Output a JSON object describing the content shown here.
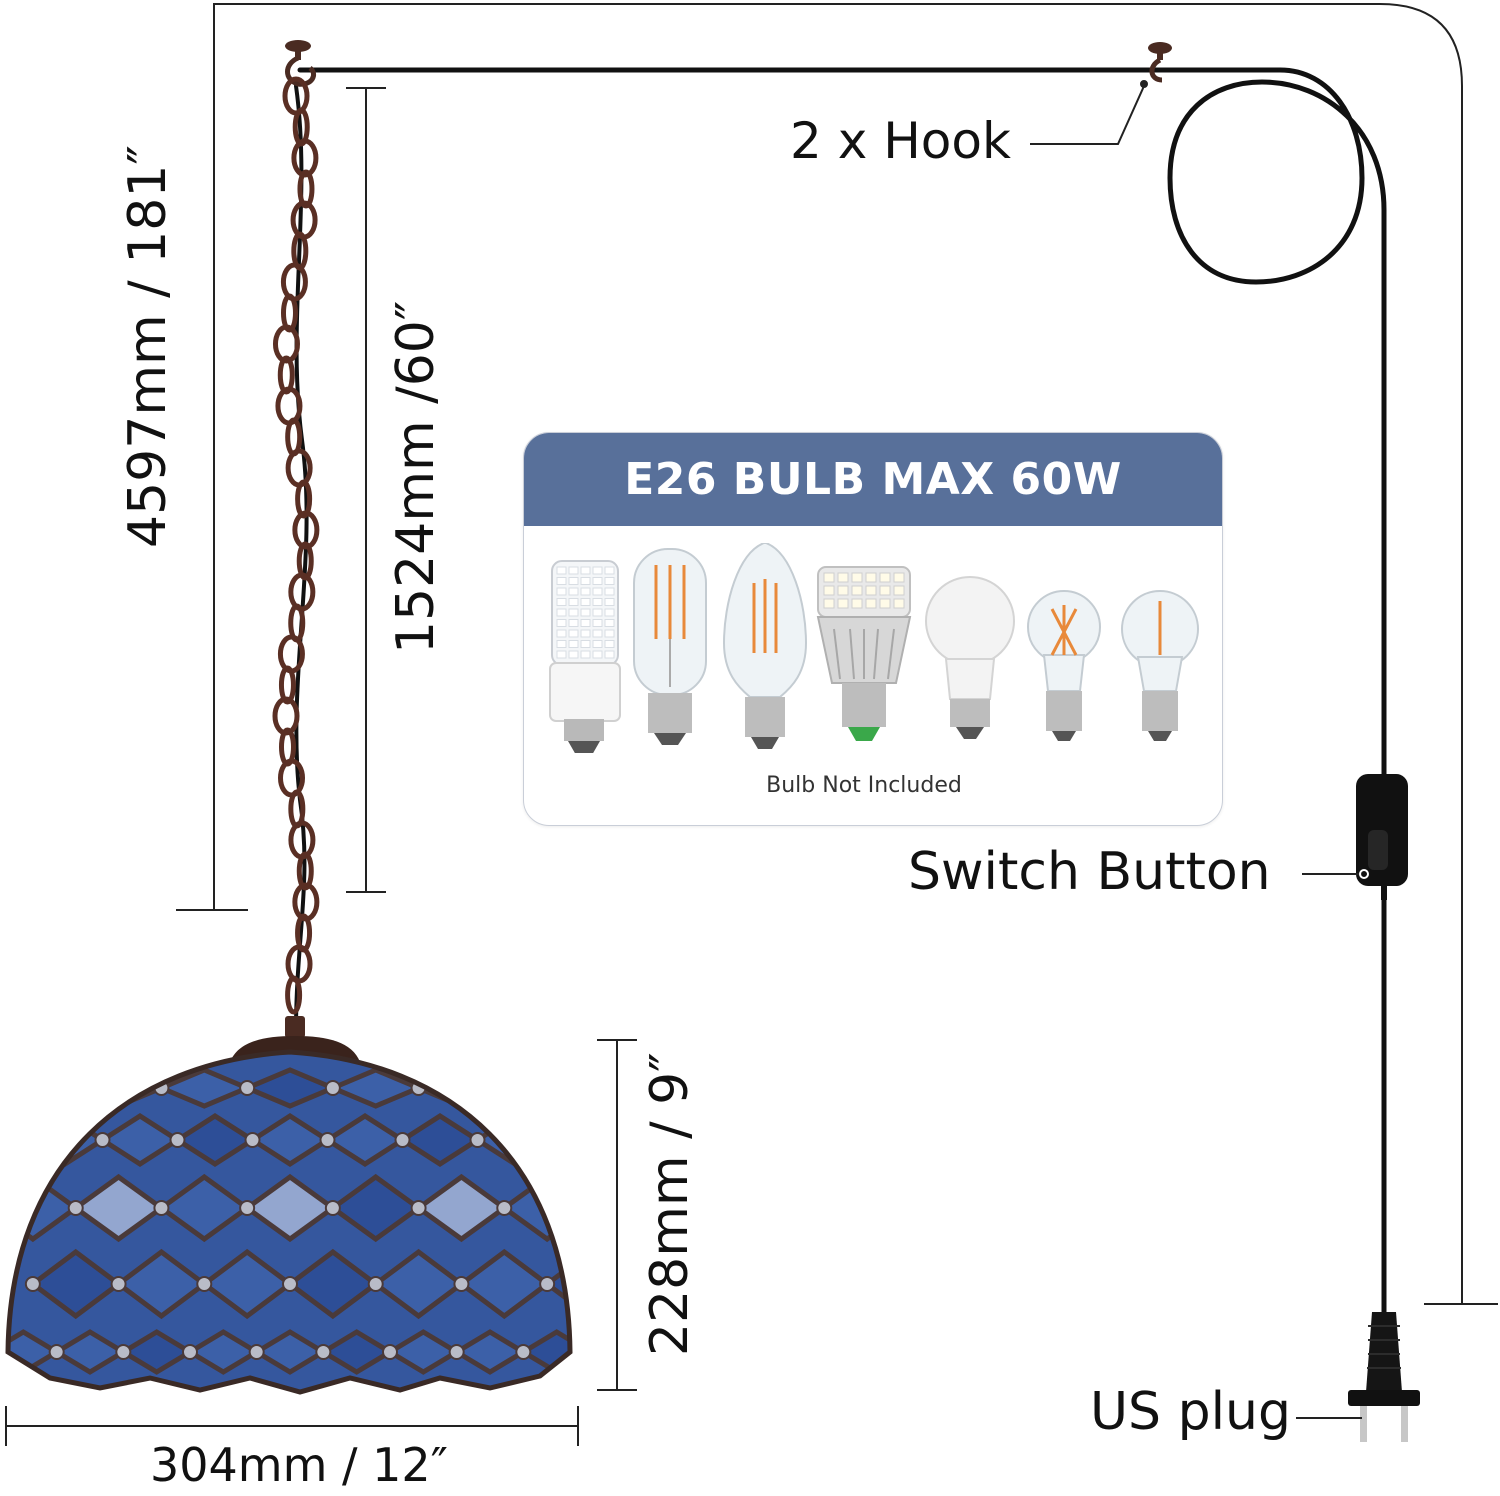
{
  "labels": {
    "total_length": "4597mm / 181″",
    "chain_length": "1524mm /60″",
    "shade_height": "228mm / 9″",
    "shade_width": "304mm / 12″",
    "hooks": "2 x Hook",
    "switch": "Switch Button",
    "plug": "US plug"
  },
  "bulb_card": {
    "title": "E26 BULB MAX 60W",
    "note": "Bulb Not Included",
    "bulbs": [
      "corn-led-bulb-icon",
      "t10-filament-bulb-icon",
      "st64-edison-bulb-icon",
      "high-power-led-bulb-icon",
      "a19-led-bulb-icon",
      "g16-filament-bulb-icon",
      "s14-filament-bulb-icon"
    ]
  },
  "colors": {
    "header": "#58709a",
    "shade_blue": "#35579e",
    "shade_light": "#93a6cf",
    "lead": "#4a3a3a",
    "chain": "#5a2f24",
    "cord": "#111111"
  }
}
